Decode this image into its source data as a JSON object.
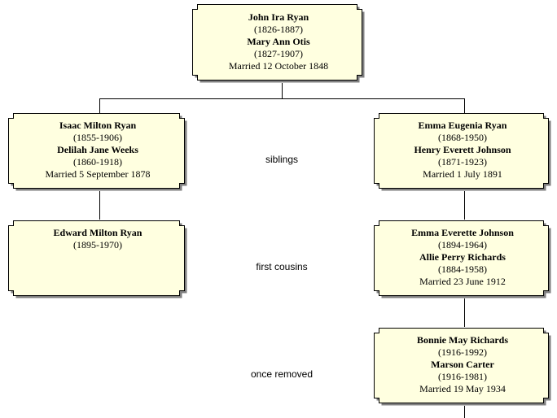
{
  "colors": {
    "box_fill": "#ffffe0",
    "box_border": "#000000",
    "shadow": "#808080",
    "line": "#000000"
  },
  "root": {
    "name1": "John Ira Ryan",
    "dates1": "(1826-1887)",
    "name2": "Mary Ann Otis",
    "dates2": "(1827-1907)",
    "married": "Married 12 October 1848"
  },
  "left": {
    "gen1": {
      "name1": "Isaac Milton Ryan",
      "dates1": "(1855-1906)",
      "name2": "Delilah Jane Weeks",
      "dates2": "(1860-1918)",
      "married": "Married 5 September 1878"
    },
    "gen2": {
      "name1": "Edward Milton Ryan",
      "dates1": "(1895-1970)"
    }
  },
  "right": {
    "gen1": {
      "name1": "Emma Eugenia Ryan",
      "dates1": "(1868-1950)",
      "name2": "Henry Everett Johnson",
      "dates2": "(1871-1923)",
      "married": "Married 1 July 1891"
    },
    "gen2": {
      "name1": "Emma Everette Johnson",
      "dates1": "(1894-1964)",
      "name2": "Allie Perry Richards",
      "dates2": "(1884-1958)",
      "married": "Married 23 June 1912"
    },
    "gen3": {
      "name1": "Bonnie May Richards",
      "dates1": "(1916-1992)",
      "name2": "Marson Carter",
      "dates2": "(1916-1981)",
      "married": "Married 19 May 1934"
    }
  },
  "relations": {
    "gen1": "siblings",
    "gen2": "first cousins",
    "gen3": "once removed"
  }
}
